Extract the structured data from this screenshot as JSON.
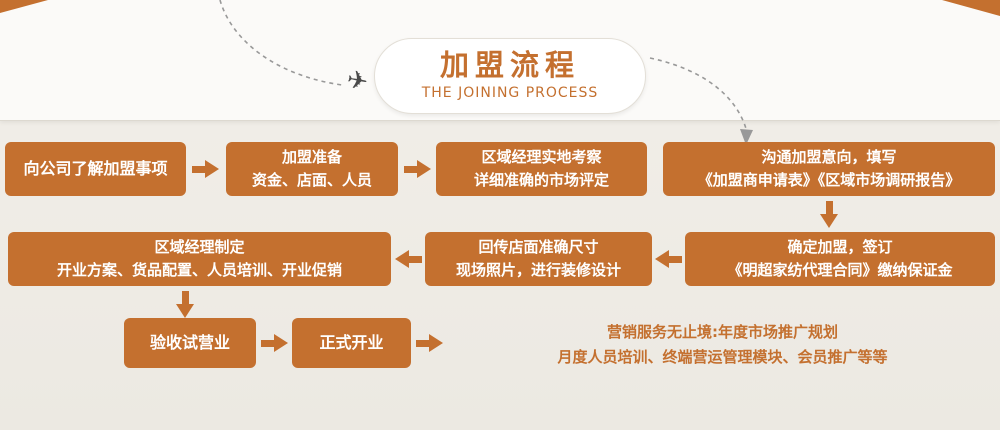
{
  "header": {
    "title": "加盟流程",
    "subtitle": "THE JOINING PROCESS"
  },
  "icons": {
    "airplane": "✈"
  },
  "colors": {
    "accent": "#c4702f",
    "box_text": "#ffffff",
    "dashed_line": "#999999",
    "bg_top": "#fbfaf8",
    "bg_bottom": "#eeebe4"
  },
  "steps": {
    "s1": {
      "line1": "向公司了解加盟事项"
    },
    "s2": {
      "line1": "加盟准备",
      "line2": "资金、店面、人员"
    },
    "s3": {
      "line1": "区域经理实地考察",
      "line2": "详细准确的市场评定"
    },
    "s4": {
      "line1": "沟通加盟意向，填写",
      "line2": "《加盟商申请表》《区域市场调研报告》"
    },
    "s5": {
      "line1": "确定加盟，签订",
      "line2": "《明超家纺代理合同》缴纳保证金"
    },
    "s6": {
      "line1": "回传店面准确尺寸",
      "line2": "现场照片，进行装修设计"
    },
    "s7": {
      "line1": "区域经理制定",
      "line2": "开业方案、货品配置、人员培训、开业促销"
    },
    "s8": {
      "line1": "验收试营业"
    },
    "s9": {
      "line1": "正式开业"
    },
    "note": {
      "line1": "营销服务无止境:年度市场推广规划",
      "line2": "月度人员培训、终端营运管理模块、会员推广等等"
    }
  }
}
